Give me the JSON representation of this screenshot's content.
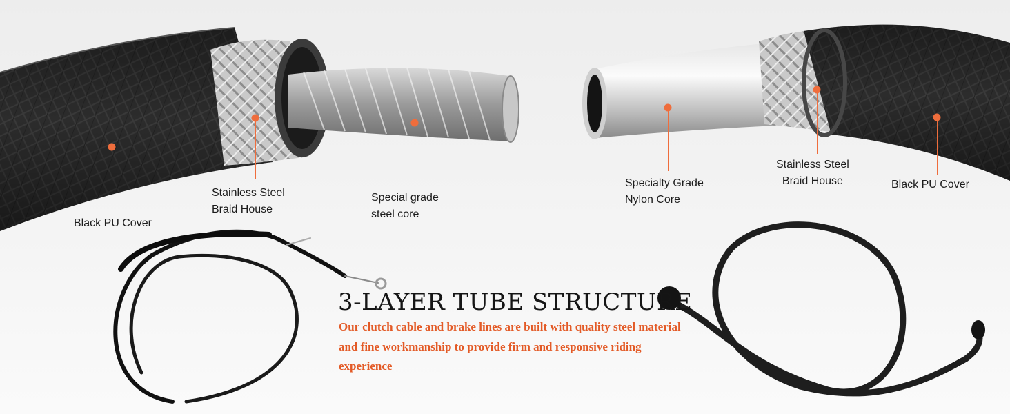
{
  "callouts": {
    "black_pu_cover_left": "Black PU Cover",
    "stainless_left": [
      "Stainless Steel",
      "Braid House"
    ],
    "steel_core": [
      "Special grade",
      "steel core"
    ],
    "nylon_core": [
      "Specialty Grade",
      "Nylon Core"
    ],
    "stainless_right": [
      "Stainless Steel",
      "Braid House"
    ],
    "black_pu_cover_right": "Black PU Cover"
  },
  "feature": {
    "title": "3-LAYER TUBE STRUCTURE",
    "description": "Our clutch cable and brake lines are built with quality steel material and fine workmanship to provide firm and responsive riding experience"
  },
  "colors": {
    "accent": "#ef6d3c",
    "description_text": "#e35a26",
    "background": "#f0f0f0",
    "cover": "#2a2a2a"
  }
}
